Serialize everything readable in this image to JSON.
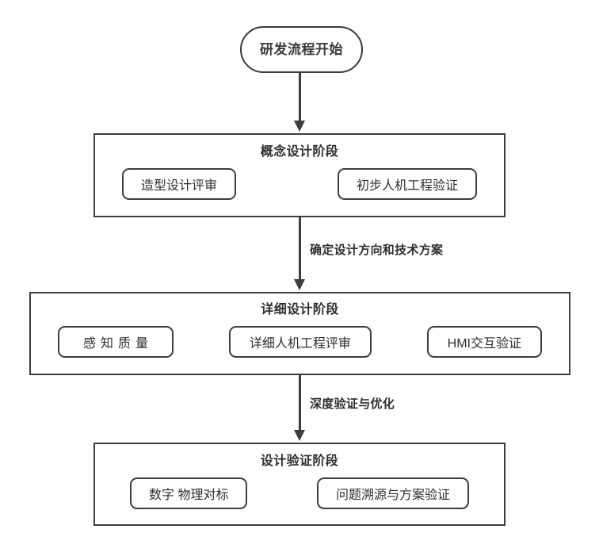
{
  "diagram": {
    "title_node": {
      "label": "研发流程开始",
      "shape": "stadium"
    },
    "phases": [
      {
        "id": "concept",
        "title": "概念设计阶段",
        "items": [
          {
            "label": "造型设计评审"
          },
          {
            "label": "初步人机工程验证"
          }
        ]
      },
      {
        "id": "detail",
        "title": "详细设计阶段",
        "items": [
          {
            "label": "感知质量"
          },
          {
            "label": "详细人机工程评审"
          },
          {
            "label": "HMI交互验证"
          }
        ]
      },
      {
        "id": "validation",
        "title": "设计验证阶段",
        "items": [
          {
            "label": "数字 物理对标"
          },
          {
            "label": "问题溯源与方案验证"
          }
        ]
      }
    ],
    "edges": [
      {
        "from": "start",
        "to": "concept",
        "label": ""
      },
      {
        "from": "concept",
        "to": "detail",
        "label": "确定设计方向和技术方案"
      },
      {
        "from": "detail",
        "to": "validation",
        "label": "深度验证与优化"
      }
    ],
    "colors": {
      "stroke": "#3d3d3d",
      "text": "#2e2e2e",
      "background": "#ffffff"
    }
  }
}
